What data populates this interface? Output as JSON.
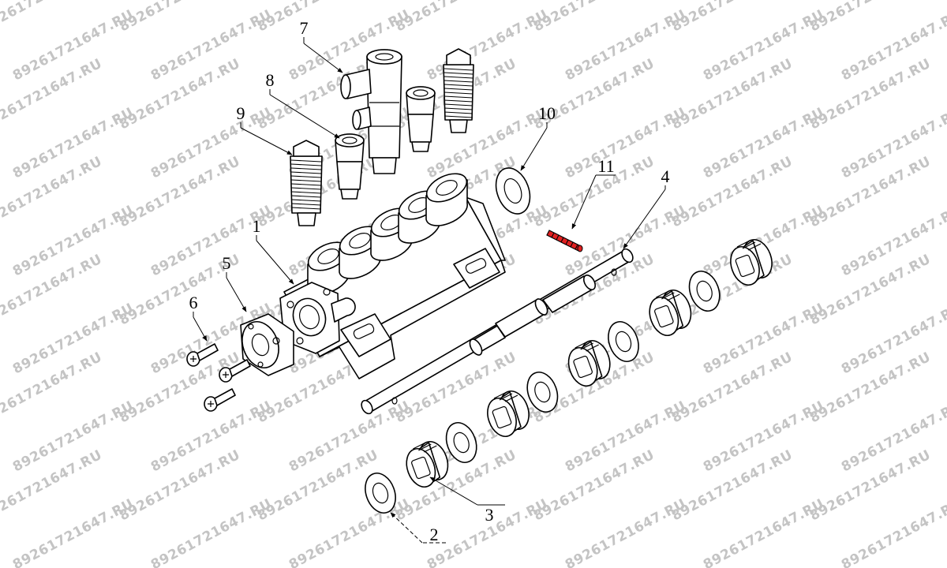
{
  "diagram": {
    "watermark": "89261721647.RU",
    "accent_color": "#e02020",
    "labels": [
      {
        "id": "1",
        "text": "1"
      },
      {
        "id": "2",
        "text": "2"
      },
      {
        "id": "3",
        "text": "3"
      },
      {
        "id": "4",
        "text": "4"
      },
      {
        "id": "5",
        "text": "5"
      },
      {
        "id": "6",
        "text": "6"
      },
      {
        "id": "7",
        "text": "7"
      },
      {
        "id": "8",
        "text": "8"
      },
      {
        "id": "9",
        "text": "9"
      },
      {
        "id": "10",
        "text": "10"
      },
      {
        "id": "11",
        "text": "11"
      }
    ]
  }
}
